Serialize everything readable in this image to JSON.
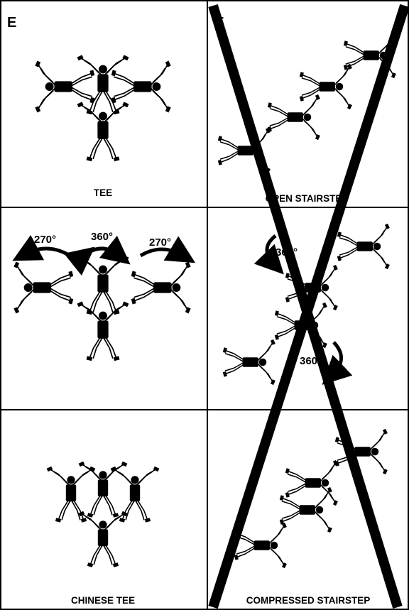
{
  "sections": {
    "left": "E",
    "right": "F"
  },
  "captions": {
    "tee": "TEE",
    "open_stairstep": "OPEN STAIRSTEP",
    "chinese_tee": "CHINESE TEE",
    "compressed_stairstep": "COMPRESSED STAIRSTEP"
  },
  "rotations": {
    "left": "270°",
    "center": "360°",
    "right": "270°",
    "f_upper": "360°",
    "f_lower": "360°"
  },
  "colors": {
    "ink": "#000000",
    "paper": "#ffffff"
  }
}
